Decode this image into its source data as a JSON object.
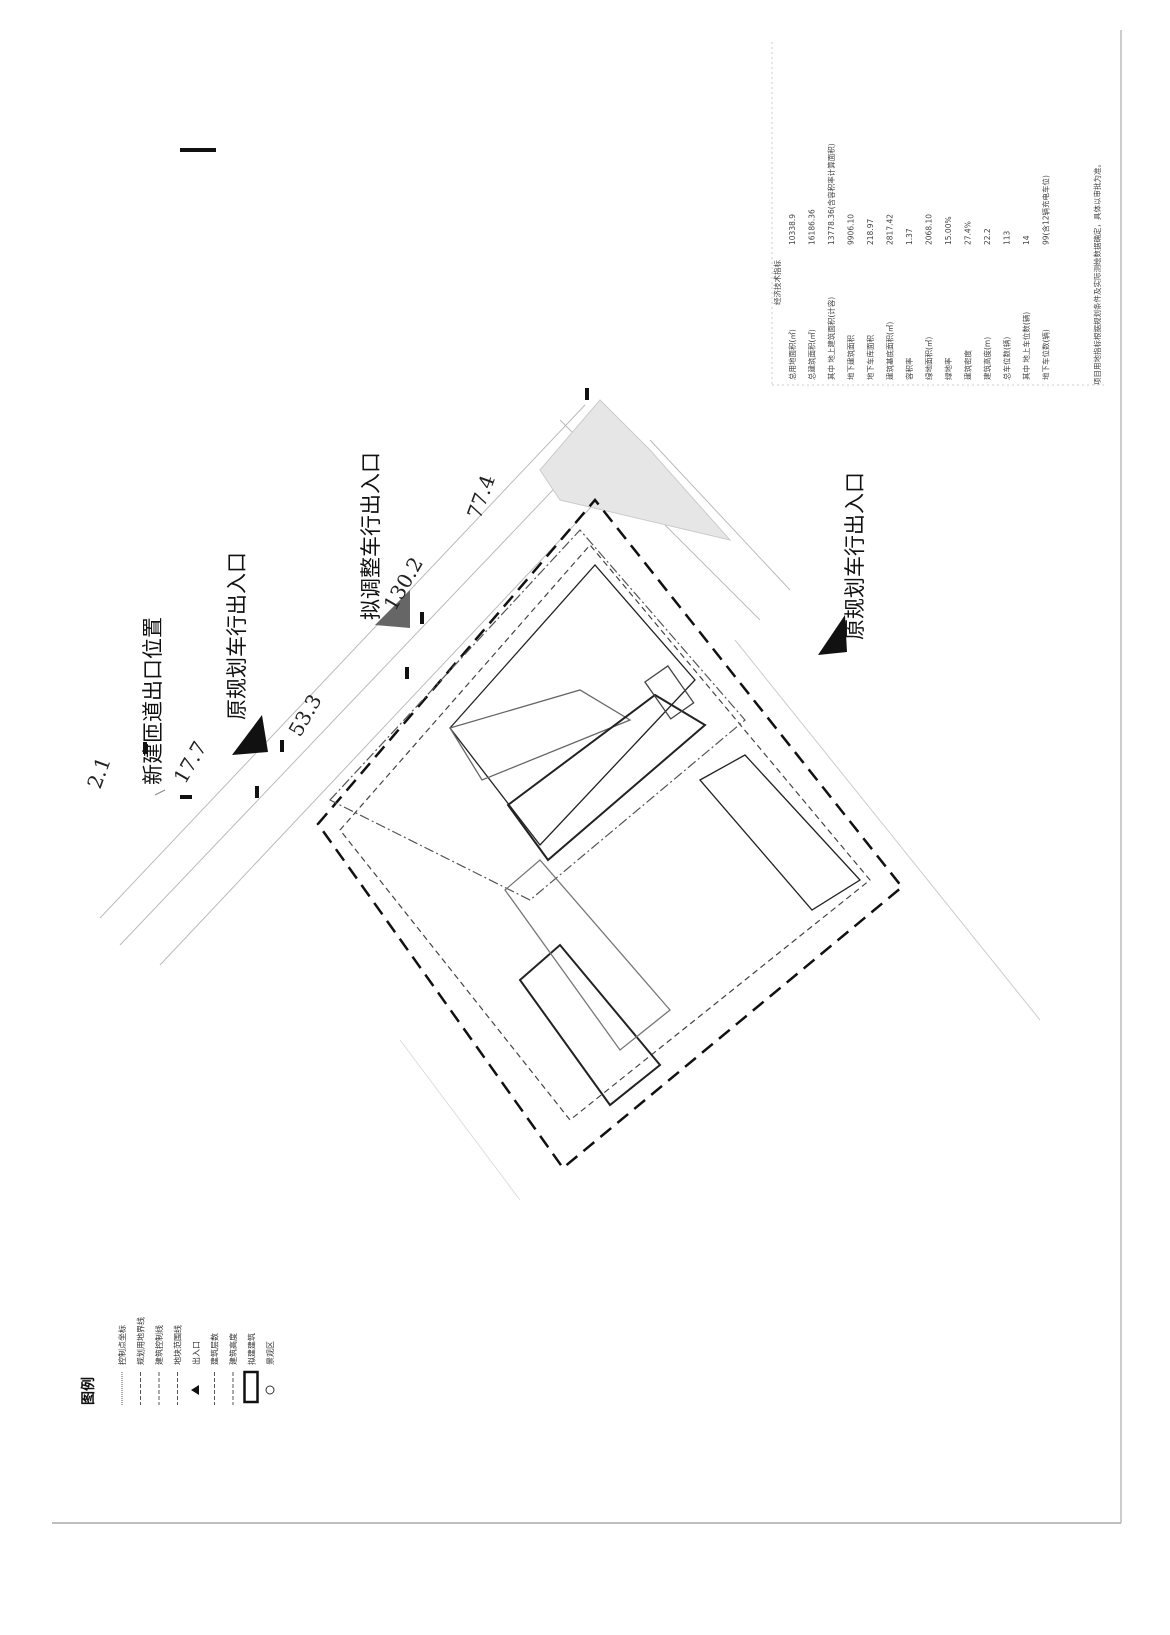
{
  "labels": {
    "new_ramp_exit": "新建匝道出口位置",
    "orig_entrance_1": "原规划车行出入口",
    "proposed_entrance": "拟调整车行出入口",
    "orig_entrance_2": "原规划车行出入口"
  },
  "dimensions": [
    "17.7",
    "53.3",
    "130.2",
    "77.4",
    "2.1"
  ],
  "legend": {
    "title": "图例",
    "items": [
      {
        "label": "控制点坐标",
        "icon": "control-point-icon"
      },
      {
        "label": "规划用地界线",
        "icon": "land-boundary-line-icon"
      },
      {
        "label": "建筑控制线",
        "icon": "building-control-line-icon"
      },
      {
        "label": "地块范围线",
        "icon": "plot-boundary-line-icon"
      },
      {
        "label": "出入口",
        "icon": "entrance-triangle-icon"
      },
      {
        "label": "建筑层数",
        "icon": "floor-count-icon"
      },
      {
        "label": "建筑高度",
        "icon": "building-height-icon"
      },
      {
        "label": "拟建建筑",
        "icon": "proposed-building-icon"
      },
      {
        "label": "景观区",
        "icon": "landscape-icon"
      }
    ]
  },
  "indicators": {
    "title": "经济技术指标",
    "rows": [
      {
        "label": "总用地面积(㎡)",
        "value": "10338.9"
      },
      {
        "label": "总建筑面积(㎡)",
        "value": "16186.36"
      },
      {
        "label": "其中 地上建筑面积(计容)",
        "value": "13778.36(含容积率计算面积)"
      },
      {
        "label": "地下建筑面积",
        "value": "9906.10"
      },
      {
        "label": "地下车库面积",
        "value": "218.97"
      },
      {
        "label": "建筑基底面积(㎡)",
        "value": "2817.42"
      },
      {
        "label": "容积率",
        "value": "1.37"
      },
      {
        "label": "绿地面积(㎡)",
        "value": "2068.10"
      },
      {
        "label": "绿地率",
        "value": "15.00%"
      },
      {
        "label": "建筑密度",
        "value": "27.4%"
      },
      {
        "label": "建筑高度(m)",
        "value": "22.2"
      },
      {
        "label": "总车位数(辆)",
        "value": "113"
      },
      {
        "label": "其中 地上车位数(辆)",
        "value": "14"
      },
      {
        "label": "地下车位数(辆)",
        "value": "99(含12辆充电车位)"
      }
    ],
    "note": "项目用地指标根据规划条件及实际测绘数据确定，具体以审批为准。"
  }
}
